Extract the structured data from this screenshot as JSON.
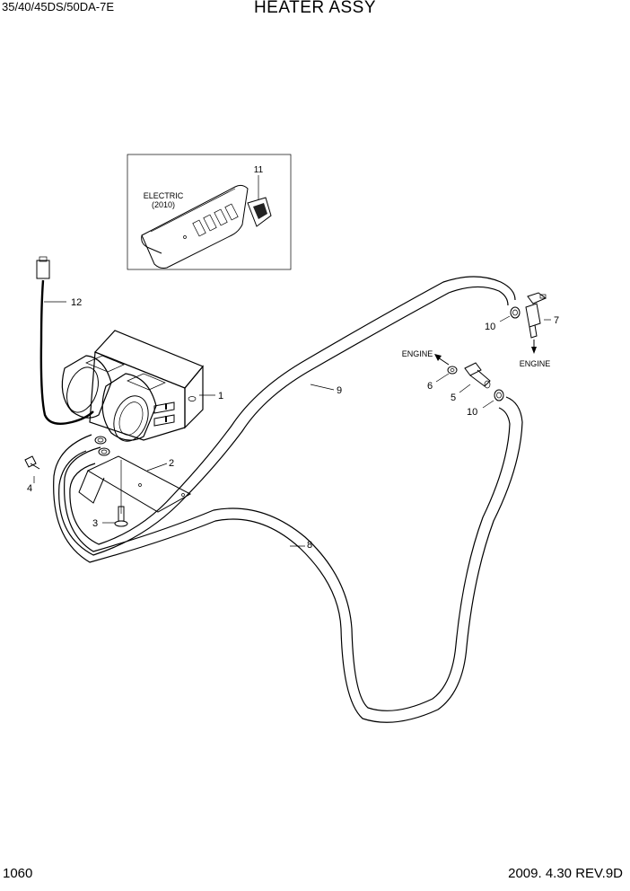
{
  "header": {
    "model": "35/40/45DS/50DA-7E",
    "title": "HEATER ASSY"
  },
  "footer": {
    "page": "1060",
    "revision": "2009. 4.30 REV.9D"
  },
  "inset": {
    "label_line1": "ELECTRIC",
    "label_line2": "(2010)"
  },
  "callouts": {
    "c1": "1",
    "c2": "2",
    "c3": "3",
    "c4": "4",
    "c5": "5",
    "c6": "6",
    "c7": "7",
    "c8": "8",
    "c9": "9",
    "c10a": "10",
    "c10b": "10",
    "c11": "11",
    "c12": "12"
  },
  "flow_labels": {
    "engine_in": "ENGINE",
    "engine_out": "ENGINE"
  }
}
